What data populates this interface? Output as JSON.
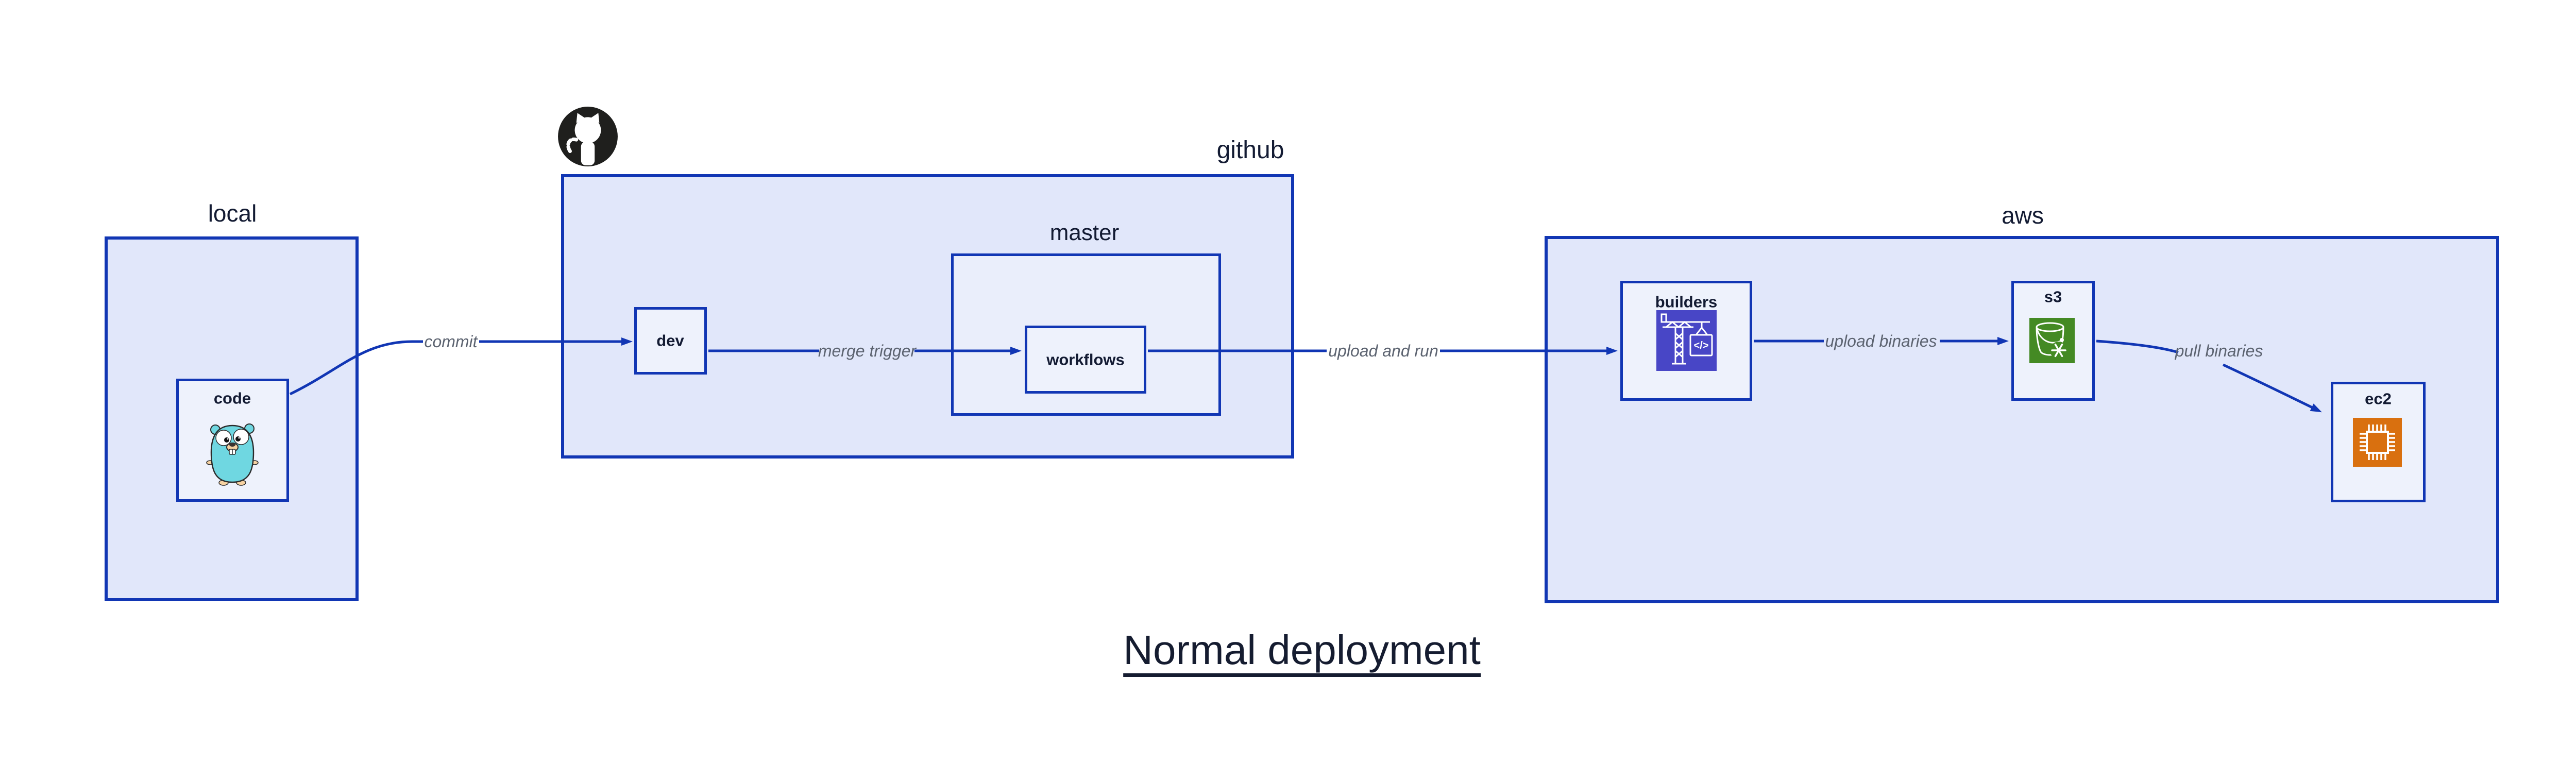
{
  "title": "Normal deployment",
  "groups": {
    "local": "local",
    "github": "github",
    "master": "master",
    "aws": "aws"
  },
  "nodes": {
    "code": "code",
    "dev": "dev",
    "workflows": "workflows",
    "builders": "builders",
    "s3": "s3",
    "ec2": "ec2"
  },
  "edges": {
    "commit": "commit",
    "merge_trigger": "merge trigger",
    "upload_and_run": "upload and run",
    "upload_binaries": "upload binaries",
    "pull_binaries": "pull binaries"
  },
  "icons": {
    "code": "go-gopher-icon",
    "github": "github-octocat-icon",
    "builders": "codebuild-crane-icon",
    "s3": "s3-glacier-bucket-icon",
    "ec2": "ec2-chip-icon"
  },
  "colors": {
    "border_blue": "#1136b4",
    "arrow_blue": "#1136b4",
    "container_fill": "#e1e7fa",
    "master_fill": "#eaeefb",
    "node_fill": "#eef2fc",
    "label_dark": "#131b33",
    "edge_label_gray": "#5c6370",
    "title_color": "#151c30",
    "octocat_black": "#1f1f1d",
    "gopher_teal": "#6fd7e1",
    "gopher_skin": "#f6d2a2",
    "codebuild_purple": "#4846c6",
    "s3_green": "#448a24",
    "ec2_orange": "#d9700f"
  }
}
